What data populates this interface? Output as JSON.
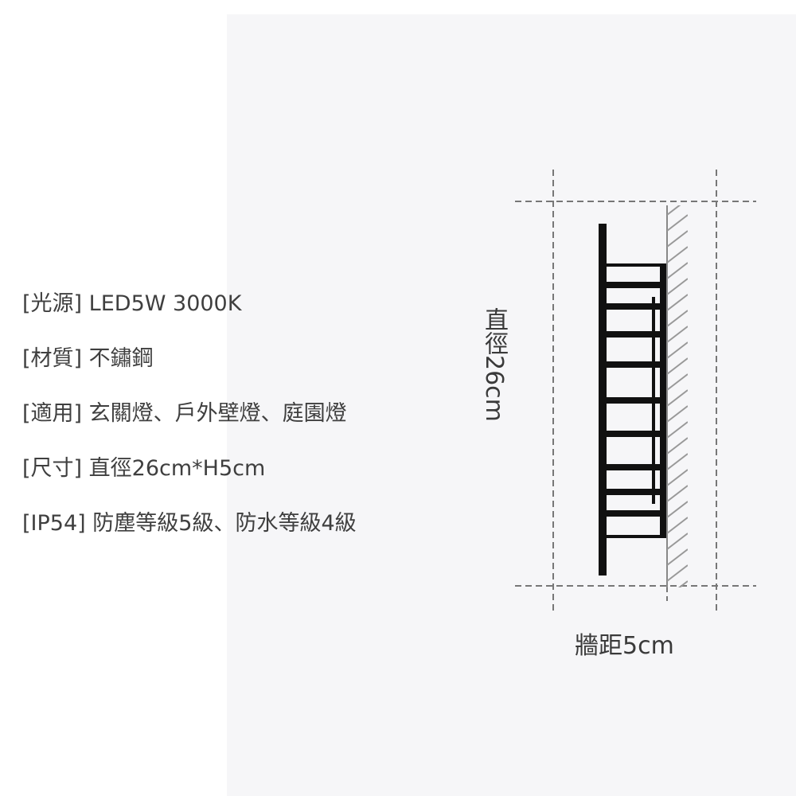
{
  "specs": [
    {
      "key": "[光源]",
      "value": "LED5W 3000K"
    },
    {
      "key": "[材質]",
      "value": "不鏽鋼"
    },
    {
      "key": "[適用]",
      "value": "玄關燈、戶外壁燈、庭園燈"
    },
    {
      "key": "[尺寸]",
      "value": "直徑26cm*H5cm"
    },
    {
      "key": "[IP54]",
      "value": "防塵等級5級、防水等級4級"
    }
  ],
  "diagram": {
    "diameter_label": "直徑26cm",
    "wall_distance_label": "牆距5cm"
  }
}
